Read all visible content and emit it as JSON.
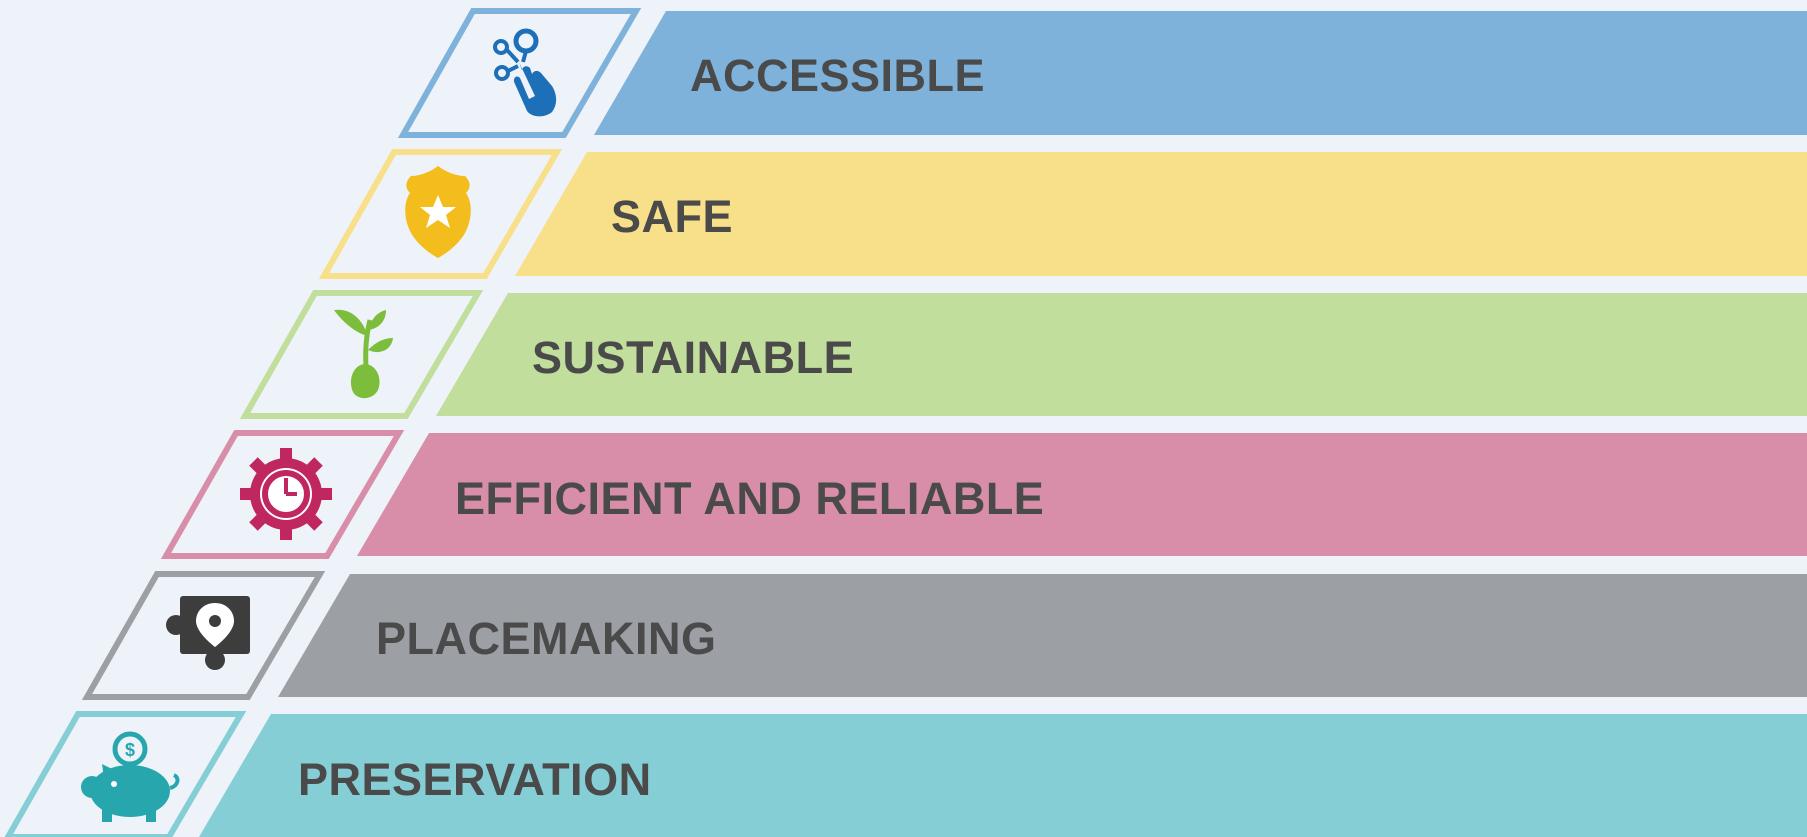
{
  "background": "#eef3f9",
  "label_color": "#4a4a4a",
  "rows": [
    {
      "label": "ACCESSIBLE",
      "color": "#7fb2da",
      "icon": "touch-hand-icon",
      "icon_color": "#1d6fb8"
    },
    {
      "label": "SAFE",
      "color": "#f8df8a",
      "icon": "shield-star-icon",
      "icon_color": "#f2bd1d"
    },
    {
      "label": "SUSTAINABLE",
      "color": "#c1de9c",
      "icon": "sprout-icon",
      "icon_color": "#7cbd3c"
    },
    {
      "label": "EFFICIENT AND RELIABLE",
      "color": "#d88ea9",
      "icon": "gear-clock-icon",
      "icon_color": "#c0265f"
    },
    {
      "label": "PLACEMAKING",
      "color": "#9ca0a5",
      "icon": "puzzle-pin-icon",
      "icon_color": "#3d3d3d"
    },
    {
      "label": "PRESERVATION",
      "color": "#85ced6",
      "icon": "piggy-bank-icon",
      "icon_color": "#27a7ad"
    }
  ]
}
